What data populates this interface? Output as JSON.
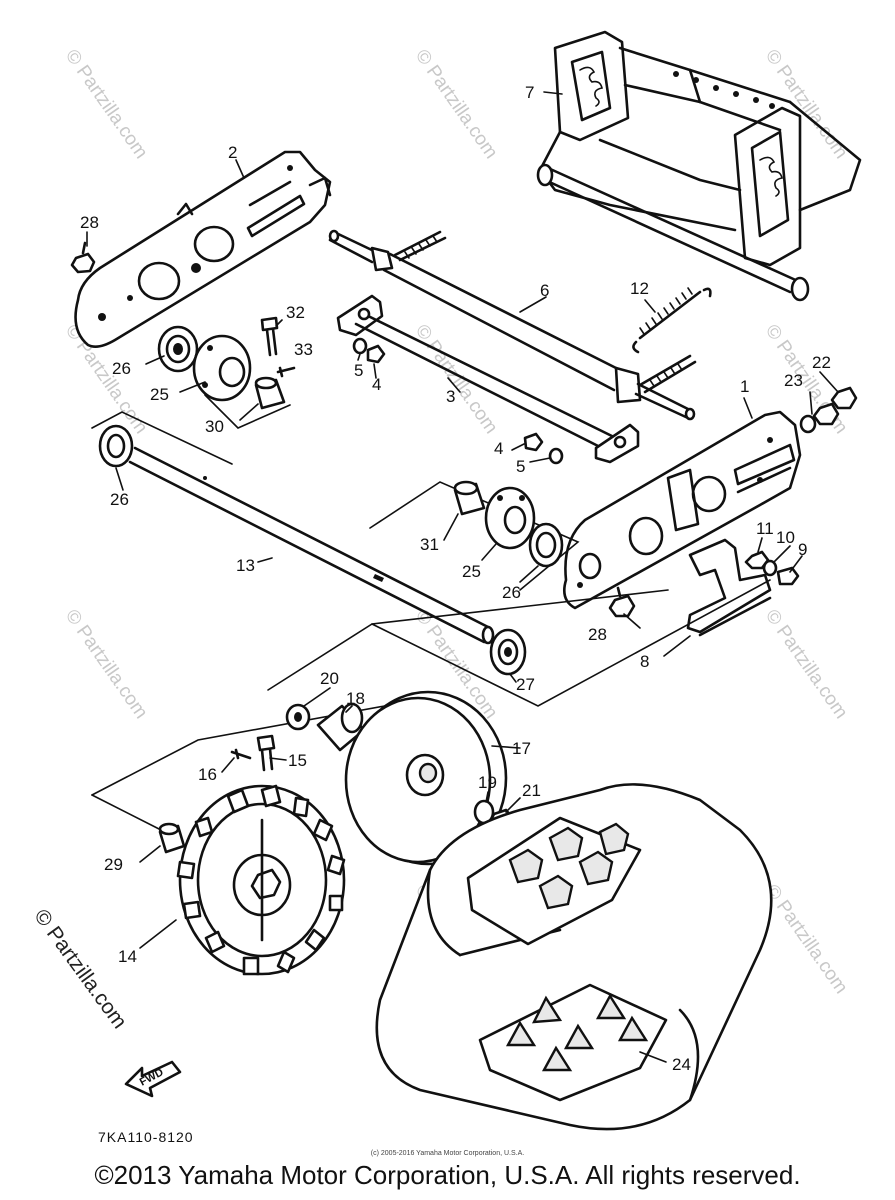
{
  "diagram": {
    "drawing_code": "7KA110-8120",
    "fwd_label": "FWD",
    "copyright_small": "(c) 2005-2016 Yamaha Motor Corporation, U.S.A.",
    "copyright_main": "©2013 Yamaha Motor Corporation, U.S.A. All rights reserved.",
    "watermark": "© Partzilla.com",
    "side_watermark": "© Partzilla.com",
    "callouts": {
      "c1": "1",
      "c2": "2",
      "c3": "3",
      "c4a": "4",
      "c4b": "4",
      "c5a": "5",
      "c5b": "5",
      "c6": "6",
      "c7": "7",
      "c8": "8",
      "c9": "9",
      "c10": "10",
      "c11": "11",
      "c12": "12",
      "c13": "13",
      "c14": "14",
      "c15": "15",
      "c16": "16",
      "c17": "17",
      "c18": "18",
      "c19": "19",
      "c20": "20",
      "c21": "21",
      "c22": "22",
      "c23": "23",
      "c24": "24",
      "c25a": "25",
      "c25b": "25",
      "c26a": "26",
      "c26b": "26",
      "c26c": "26",
      "c27": "27",
      "c28a": "28",
      "c28b": "28",
      "c29": "29",
      "c30": "30",
      "c31": "31",
      "c32": "32",
      "c33": "33"
    },
    "colors": {
      "line": "#111111",
      "watermark": "#c8c8c8",
      "background": "#ffffff"
    }
  }
}
